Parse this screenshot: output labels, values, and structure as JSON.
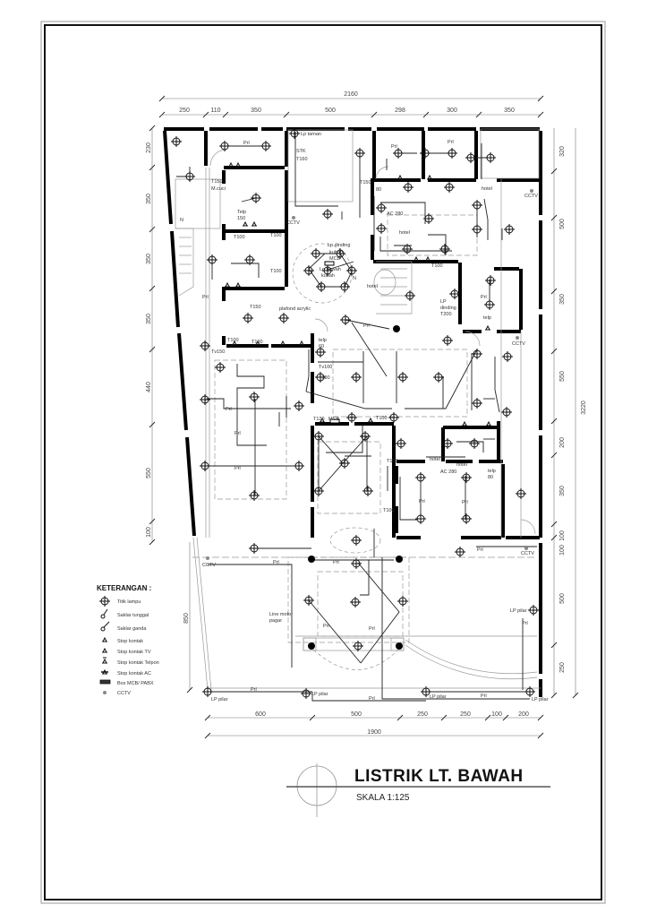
{
  "title_block": {
    "title": "LISTRIK LT. BAWAH",
    "scale": "SKALA 1:125"
  },
  "dimensions": {
    "top_total": "2160",
    "top_segments": [
      "250",
      "110",
      "350",
      "500",
      "298",
      "300",
      "350"
    ],
    "bottom_segments": [
      "600",
      "500",
      "250",
      "250",
      "100",
      "200"
    ],
    "bottom_total": "1900",
    "left_segments": [
      "230",
      "350",
      "350",
      "350",
      "440",
      "550",
      "100"
    ],
    "left_lower": "850",
    "right_segments": [
      "320",
      "500",
      "350",
      "550",
      "200",
      "350",
      "100",
      "100",
      "500",
      "250"
    ],
    "right_total": "3220"
  },
  "legend": {
    "title": "KETERANGAN :",
    "items": [
      {
        "icon": "lamp-point-icon",
        "label": "Titik lampu"
      },
      {
        "icon": "single-switch-icon",
        "label": "Saklar tunggal"
      },
      {
        "icon": "double-switch-icon",
        "label": "Saklar ganda"
      },
      {
        "icon": "socket-icon",
        "label": "Stop kontak"
      },
      {
        "icon": "tv-socket-icon",
        "label": "Stop kontak TV"
      },
      {
        "icon": "phone-socket-icon",
        "label": "Stop kontak Telpon"
      },
      {
        "icon": "ac-socket-icon",
        "label": "Stop kontak AC"
      },
      {
        "icon": "mcb-box-icon",
        "label": "Box MCB/ PABX"
      },
      {
        "icon": "cctv-icon",
        "label": "CCTV"
      }
    ]
  },
  "annotations": {
    "lp_taman": "Lp taman",
    "stk": "STK",
    "t160": "T160",
    "t150_mcuci": "T150",
    "m_cuci": "M.cuci",
    "telp150": "Telp",
    "telp150_val": "150",
    "t100": "T100",
    "t150": "T150",
    "t120": "T120",
    "t200": "T200",
    "tv150": "Tv150",
    "tv100": "Tv100",
    "telp60": "telp",
    "val60": "60",
    "val80": "80",
    "mcb": "MCB",
    "t100_mcb": "T100",
    "lp_dinding_kubah": "Lp dinding",
    "kubah": "kubah",
    "lp_bawah_kubah": "Lp bawah",
    "plafond": "plafond acrylic",
    "lp_dinding": "LP",
    "dinding": "dinding",
    "hotel": "hotel",
    "ac280": "AC 280",
    "cctv": "CCTV",
    "prl": "Prl",
    "lp_pilar": "LP pilar",
    "line_motor": "Line motor",
    "pagar": "pagar",
    "north": "N"
  }
}
